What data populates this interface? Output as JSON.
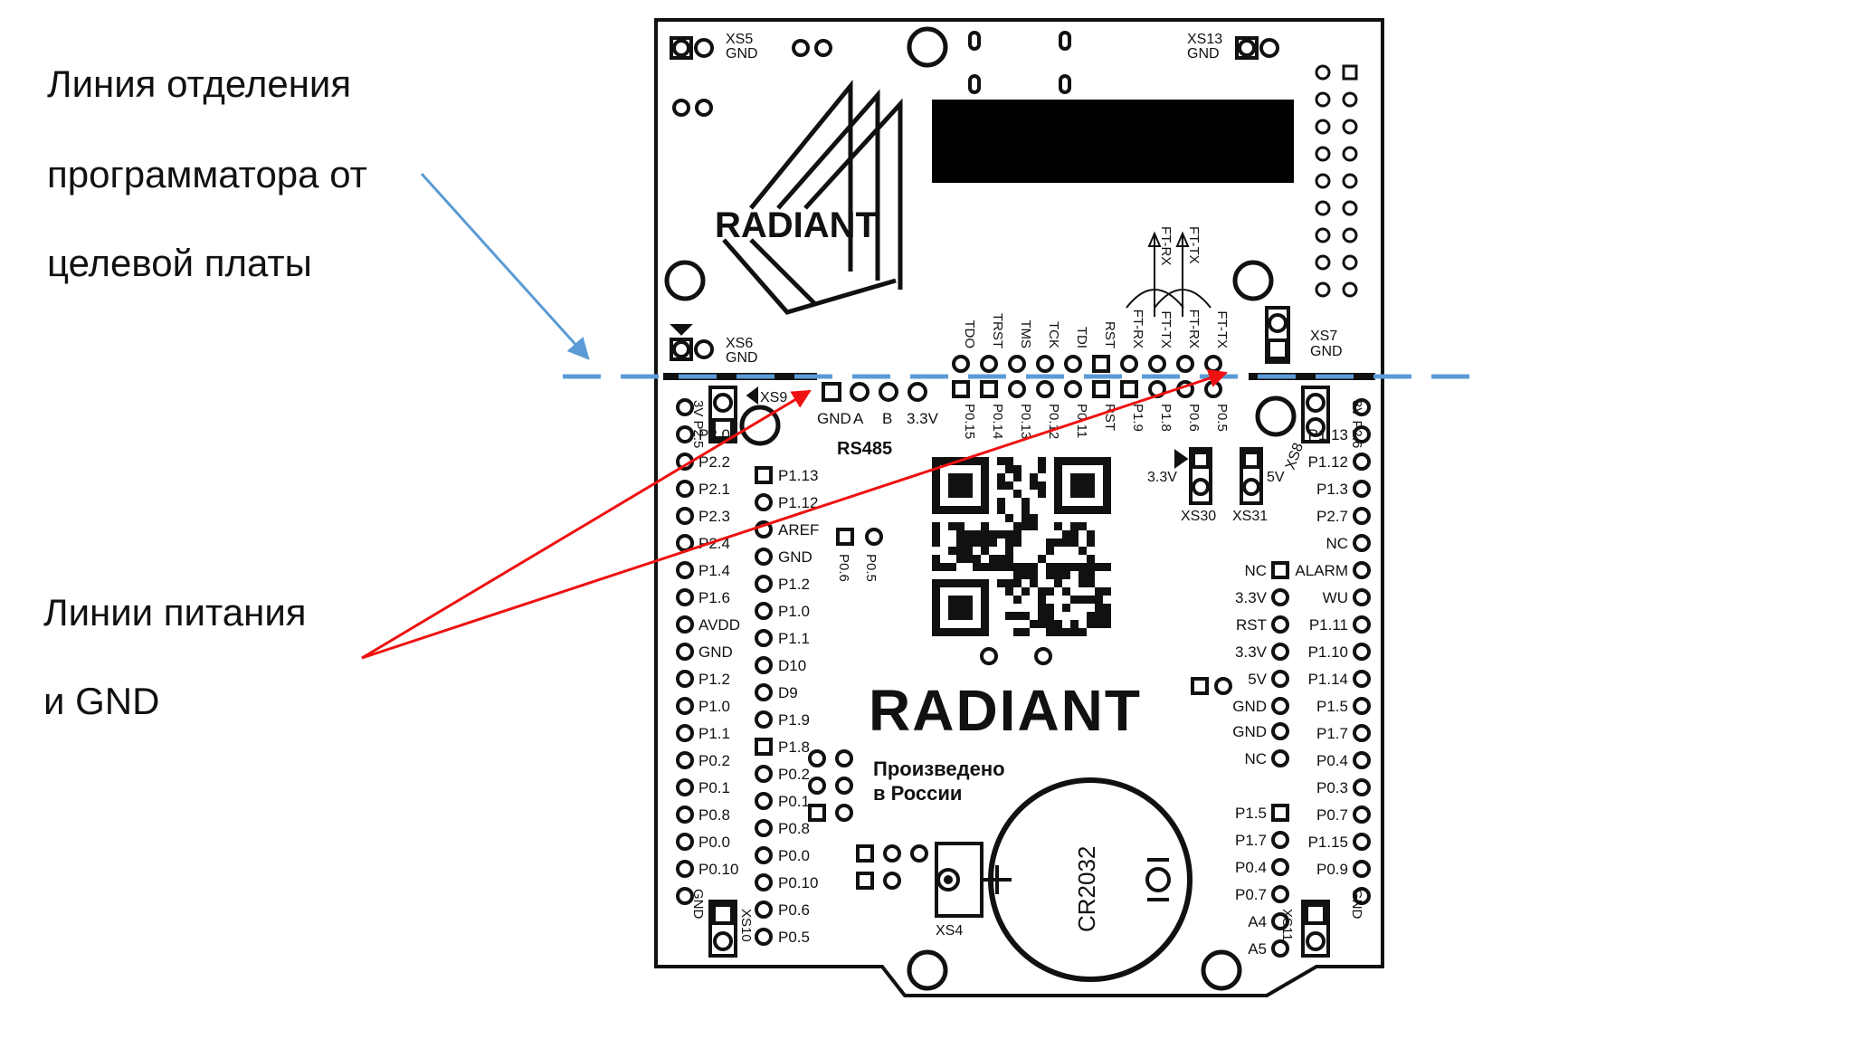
{
  "annotations": {
    "separation": [
      "Линия отделения",
      "программатора от",
      "целевой платы"
    ],
    "power": [
      "Линии питания",
      "и GND"
    ]
  },
  "board": {
    "brand": "RADIANT",
    "logo_text": "RADIANT",
    "made_in": [
      "Произведено",
      "в России"
    ],
    "battery": "CR2032",
    "battery_holder": "XS4",
    "rs485_title": "RS485",
    "rs485_pins": [
      "GND",
      "A",
      "B",
      "3.3V"
    ],
    "connectors": {
      "xs5": "XS5",
      "xs5_gnd": "GND",
      "xs13": "XS13",
      "xs13_gnd": "GND",
      "xs6": "XS6",
      "xs6_gnd": "GND",
      "xs7": "XS7",
      "xs7_gnd": "GND",
      "xs9": "XS9",
      "xs8": "XS8",
      "xs10": "XS10",
      "xs11": "XS11",
      "xs30": "XS30",
      "xs31": "XS31",
      "v33": "3.3V",
      "v5": "5V"
    },
    "ft_arrows": [
      "FT-RX",
      "FT-TX"
    ],
    "jtag_top": [
      "TDO",
      "TRST",
      "TMS",
      "TCK",
      "TDI",
      "RST",
      "FT-RX",
      "FT-TX",
      "FT-RX",
      "FT-TX"
    ],
    "jtag_bottom": [
      "P0.15",
      "P0.14",
      "P0.13",
      "P0.12",
      "P0.11",
      "RST",
      "P1.9",
      "P1.8",
      "P0.6",
      "P0.5"
    ],
    "left_outer": [
      "3V P2.5",
      "P2.0",
      "P2.2",
      "P2.1",
      "P2.3",
      "P2.4",
      "P1.4",
      "P1.6",
      "AVDD",
      "GND",
      "P1.2",
      "P1.0",
      "P1.1",
      "P0.2",
      "P0.1",
      "P0.8",
      "P0.0",
      "P0.10",
      "GND"
    ],
    "left_inner": [
      "P1.13",
      "P1.12",
      "AREF",
      "GND",
      "P1.2",
      "P1.0",
      "P1.1",
      "D10",
      "D9",
      "P1.9",
      "P1.8",
      "P0.2",
      "P0.1",
      "P0.8",
      "P0.0",
      "P0.10",
      "P0.6",
      "P0.5"
    ],
    "mid_pins": [
      "P0.6",
      "P0.5"
    ],
    "right_inner": [
      "NC",
      "3.3V",
      "RST",
      "3.3V",
      "5V",
      "GND",
      "GND",
      "NC",
      "P1.5",
      "P1.7",
      "P0.4",
      "P0.7",
      "A4",
      "A5"
    ],
    "right_outer": [
      "3V P2.6",
      "P1.13",
      "P1.12",
      "P1.3",
      "P2.7",
      "NC",
      "ALARM",
      "WU",
      "P1.11",
      "P1.10",
      "P1.14",
      "P1.5",
      "P1.7",
      "P0.4",
      "P0.3",
      "P0.7",
      "P1.15",
      "P0.9",
      "GND"
    ]
  },
  "colors": {
    "separation_line": "#5b9bd5",
    "power_arrows": "#ee1111",
    "board_ink": "#111111"
  }
}
